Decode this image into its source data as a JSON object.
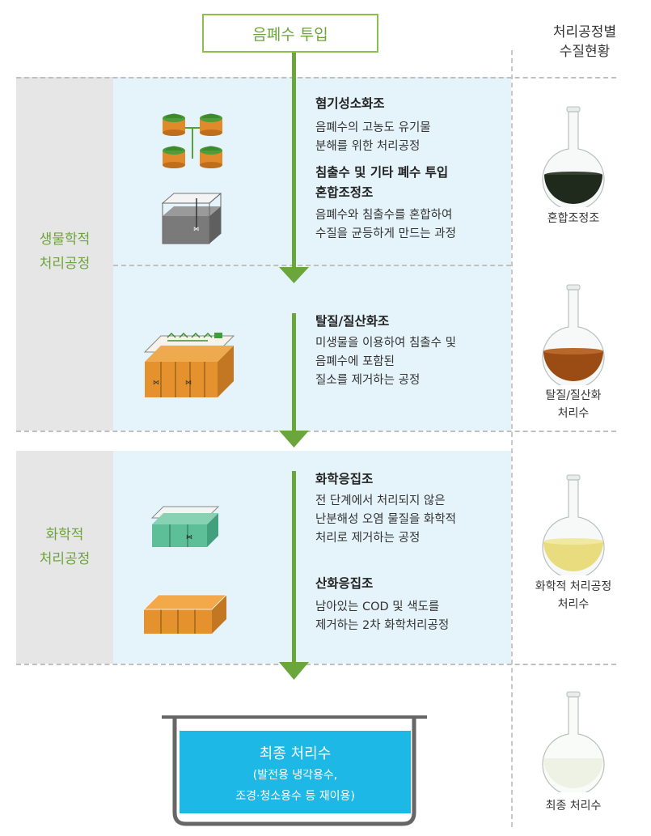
{
  "top_box": {
    "label": "음폐수 투입"
  },
  "right_column": {
    "title_line1": "처리공정별",
    "title_line2": "수질현황"
  },
  "sections": [
    {
      "label_line1": "생물학적",
      "label_line2": "처리공정"
    },
    {
      "label_line1": "화학적",
      "label_line2": "처리공정"
    }
  ],
  "stages": {
    "s1": {
      "title": "혐기성소화조",
      "desc1": "음폐수의 고농도 유기물",
      "desc2": "분해를 위한 처리공정"
    },
    "s2": {
      "title1": "침출수 및 기타 폐수 투입",
      "title2": "혼합조정조",
      "desc1": "음폐수와 침출수를 혼합하여",
      "desc2": "수질을 균등하게 만드는 과정"
    },
    "s3": {
      "title": "탈질/질산화조",
      "desc1": "미생물을 이용하여 침출수 및",
      "desc2": "음폐수에 포함된",
      "desc3": "질소를 제거하는 공정"
    },
    "s4": {
      "title": "화학응집조",
      "desc1": "전 단계에서 처리되지 않은",
      "desc2": "난분해성 오염 물질을 화학적",
      "desc3": "처리로 제거하는 공정"
    },
    "s5": {
      "title": "산화응집조",
      "desc1": "남아있는 COD 및 색도를",
      "desc2": "제거하는 2차 화학처리공정"
    }
  },
  "flasks": [
    {
      "label_line1": "혼합조정조",
      "label_line2": "",
      "liquid_color": "#1f2a1c"
    },
    {
      "label_line1": "탈질/질산화",
      "label_line2": "처리수",
      "liquid_color": "#9a4c14"
    },
    {
      "label_line1": "화학적 처리공정",
      "label_line2": "처리수",
      "liquid_color": "#e9dc7e"
    },
    {
      "label_line1": "최종 처리수",
      "label_line2": "",
      "liquid_color": "#eef2e4"
    }
  ],
  "final": {
    "title": "최종 처리수",
    "sub1": "(발전용 냉각용수,",
    "sub2": "조경·청소용수 등 재이용)"
  },
  "colors": {
    "accent_green": "#6aa63c",
    "final_blue": "#1eb8e6",
    "panel_blue": "#e5f3fa",
    "panel_grey": "#e6e6e6"
  },
  "icons": [
    "digester-tanks-icon",
    "mixing-tank-icon",
    "nitrification-tank-icon",
    "chemical-coagulation-tank-icon",
    "oxidation-tank-icon",
    "flask-icon"
  ]
}
